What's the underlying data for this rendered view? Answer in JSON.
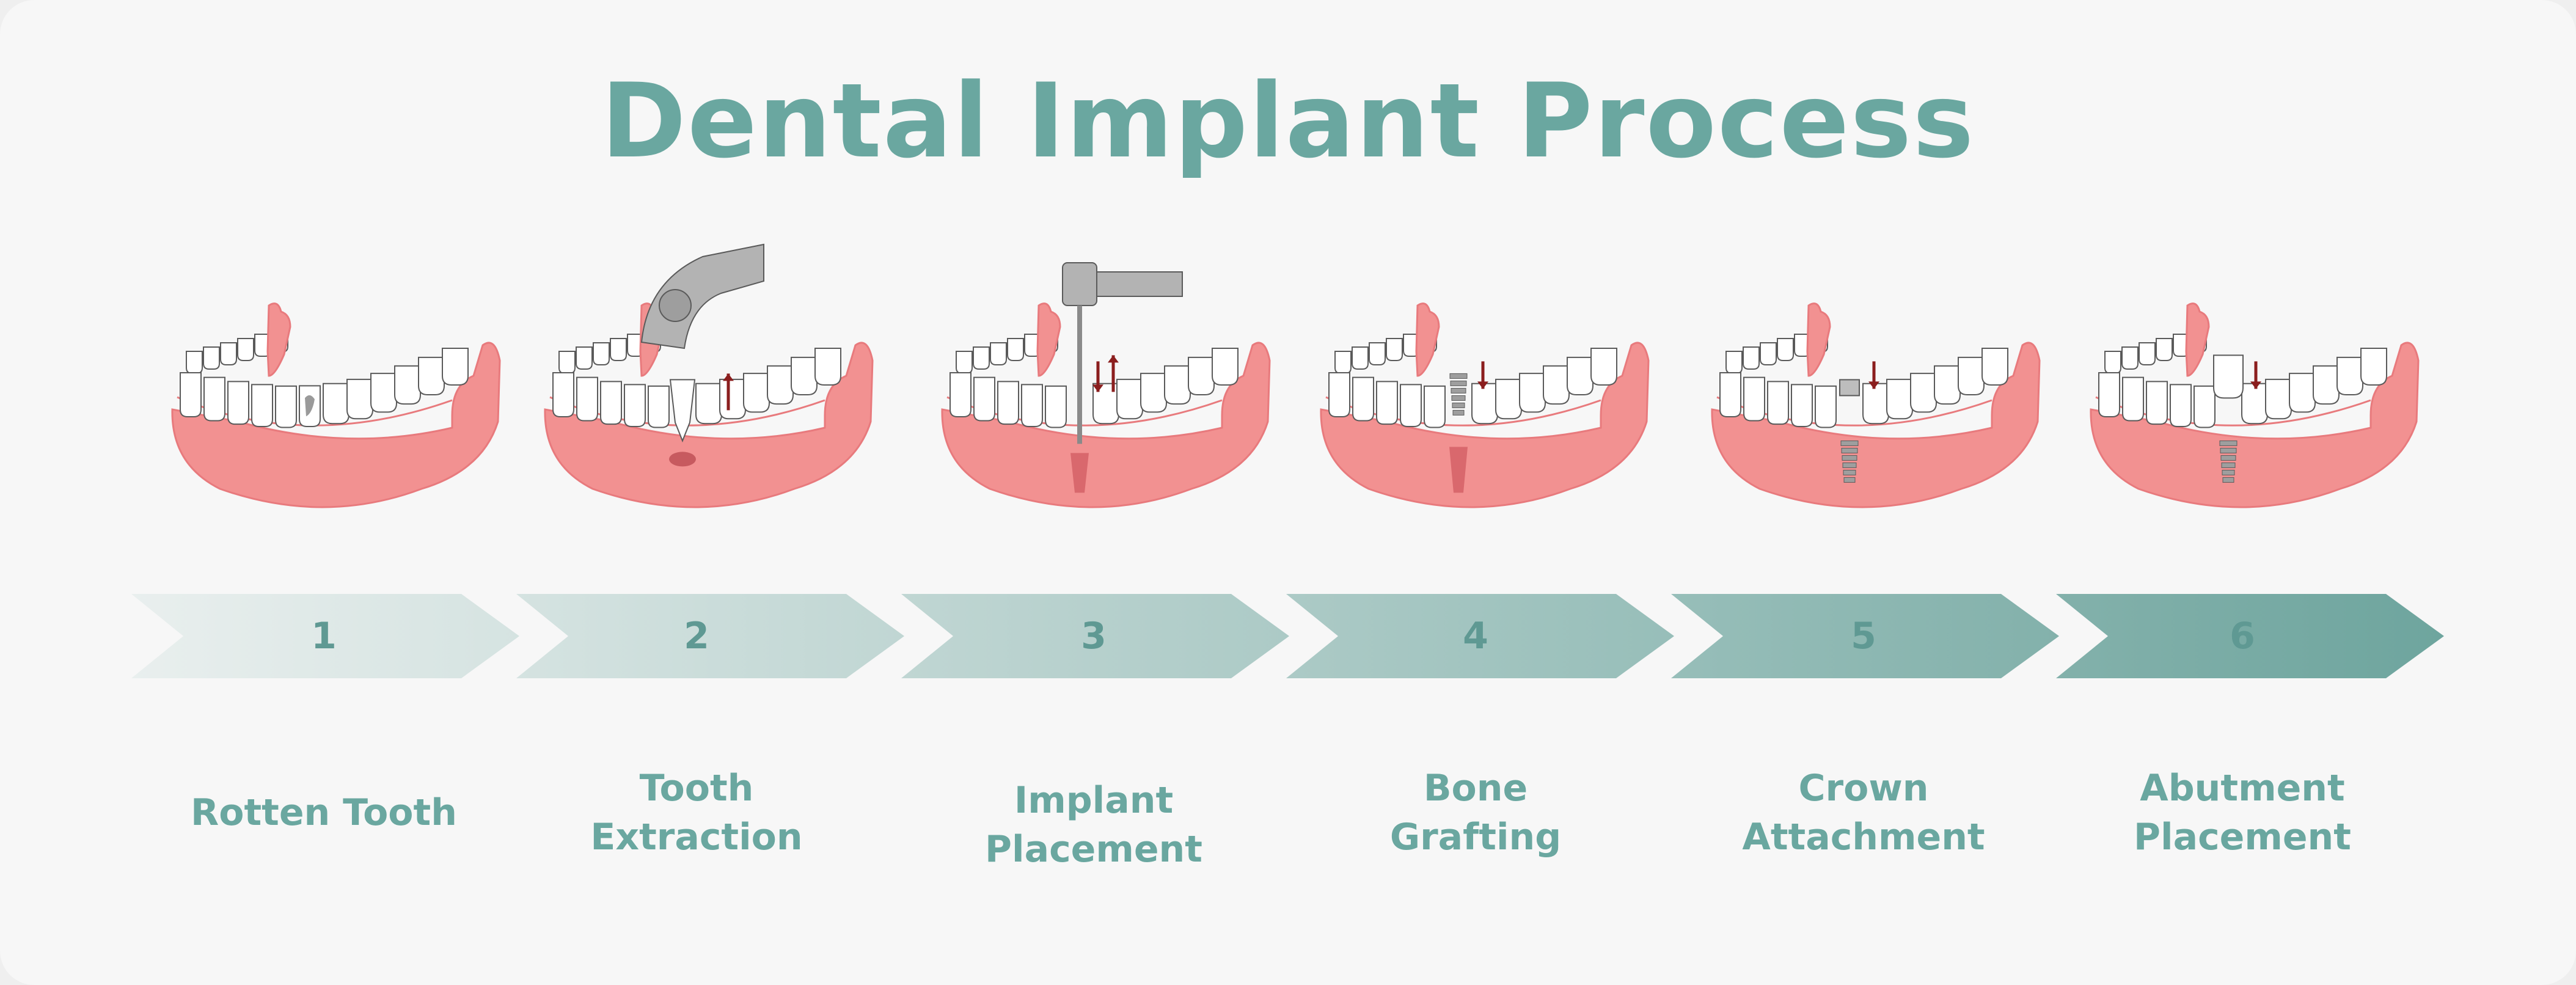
{
  "title": "Dental Implant Process",
  "colors": {
    "title": "#6aa7a0",
    "gum": "#f29191",
    "gum_dark": "#e87a7d",
    "tooth": "#ffffff",
    "outline": "#5a5a5a",
    "tool": "#b3b3b3",
    "arrow_mark": "#8b1e1e",
    "chevron_start": "#e9efee",
    "chevron_end": "#6ea59e"
  },
  "steps": [
    {
      "number": "1",
      "label_lines": [
        "Rotten Tooth"
      ],
      "icon": "jaw-rotten-tooth-icon"
    },
    {
      "number": "2",
      "label_lines": [
        "Tooth",
        "Extraction"
      ],
      "icon": "jaw-extraction-pliers-icon"
    },
    {
      "number": "3",
      "label_lines": [
        "Implant",
        "Placement"
      ],
      "icon": "jaw-drill-implant-icon"
    },
    {
      "number": "4",
      "label_lines": [
        "Bone",
        "Grafting"
      ],
      "icon": "jaw-screw-implant-icon"
    },
    {
      "number": "5",
      "label_lines": [
        "Crown",
        "Attachment"
      ],
      "icon": "jaw-abutment-icon"
    },
    {
      "number": "6",
      "label_lines": [
        "Abutment",
        "Placement"
      ],
      "icon": "jaw-crown-icon"
    }
  ]
}
